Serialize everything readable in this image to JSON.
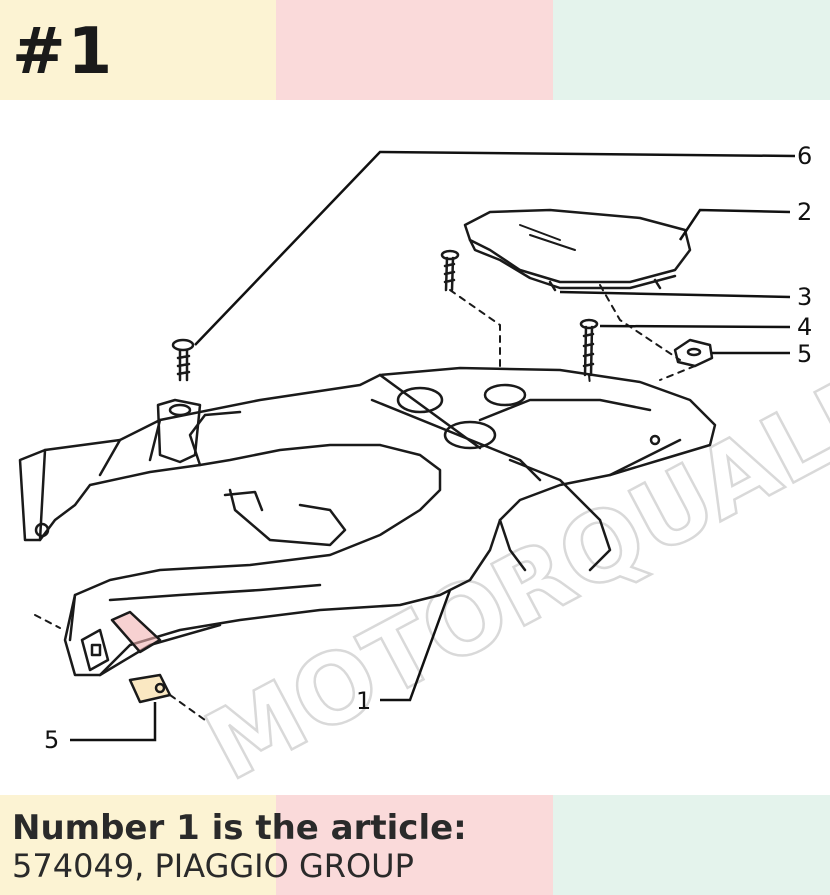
{
  "header": {
    "badge": "#1"
  },
  "diagram": {
    "callouts": [
      "6",
      "2",
      "3",
      "4",
      "5",
      "1",
      "5"
    ]
  },
  "watermark": "MOTORQUALITA",
  "caption": {
    "line1": "Number 1 is the article:",
    "line2": "574049, PIAGGIO GROUP"
  },
  "colors": {
    "band_yellow": "#fcf3d3",
    "band_pink": "#fadada",
    "band_green": "#e4f3ec"
  }
}
